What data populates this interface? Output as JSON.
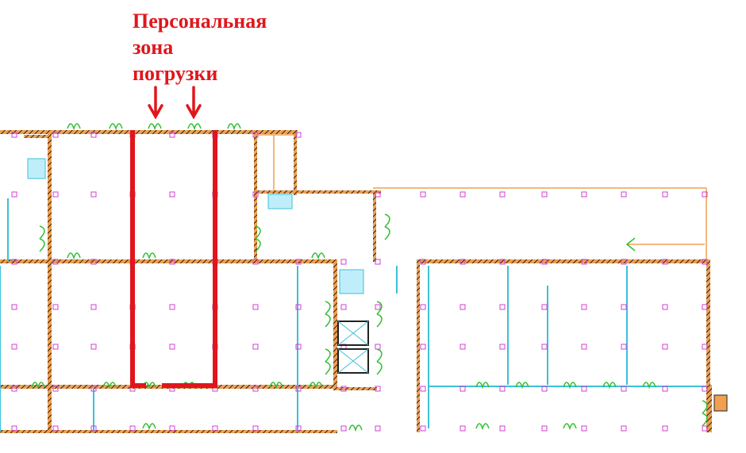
{
  "annotation": {
    "lines": [
      "Персональная",
      "зона",
      "погрузки"
    ],
    "color": "#e0161d"
  },
  "plan_colors": {
    "wall_orange": "#f0a050",
    "wall_hatch": "#222222",
    "partition_cyan": "#3cc0d8",
    "column_magenta": "#d040d0",
    "window_green": "#30c030",
    "highlight_red": "#e0161d"
  }
}
